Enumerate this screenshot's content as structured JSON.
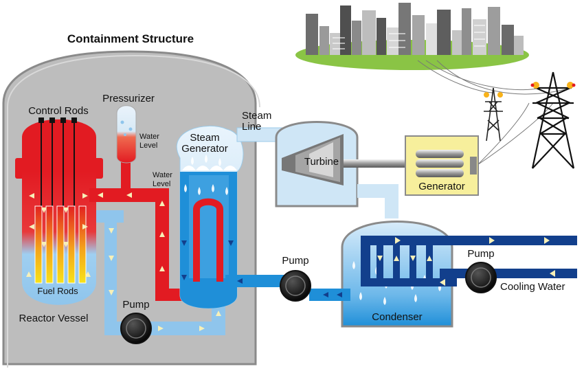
{
  "labels": {
    "containment": "Containment Structure",
    "control_rods": "Control Rods",
    "pressurizer": "Pressurizer",
    "water_level_1": [
      "Water",
      "Level"
    ],
    "water_level_2": [
      "Water",
      "Level"
    ],
    "steam_line": [
      "Steam",
      "Line"
    ],
    "steam_generator": [
      "Steam",
      "Generator"
    ],
    "turbine": "Turbine",
    "generator": "Generator",
    "fuel_rods": "Fuel Rods",
    "reactor_vessel": "Reactor Vessel",
    "pump_primary": "Pump",
    "pump_secondary": "Pump",
    "pump_cooling": "Pump",
    "condenser": "Condenser",
    "cooling_water": "Cooling Water"
  },
  "colors": {
    "containment": "#bdbdbd",
    "containment_edge": "#8a8a8a",
    "hot_water": "#e21b22",
    "cool_water": "#8fc5ec",
    "pipe_blue": "#1f8fd8",
    "dark_blue": "#123f8c",
    "steam": "#cfe6f6",
    "generator_box": "#f7ef9c",
    "arrow": "#f7f0b8"
  }
}
